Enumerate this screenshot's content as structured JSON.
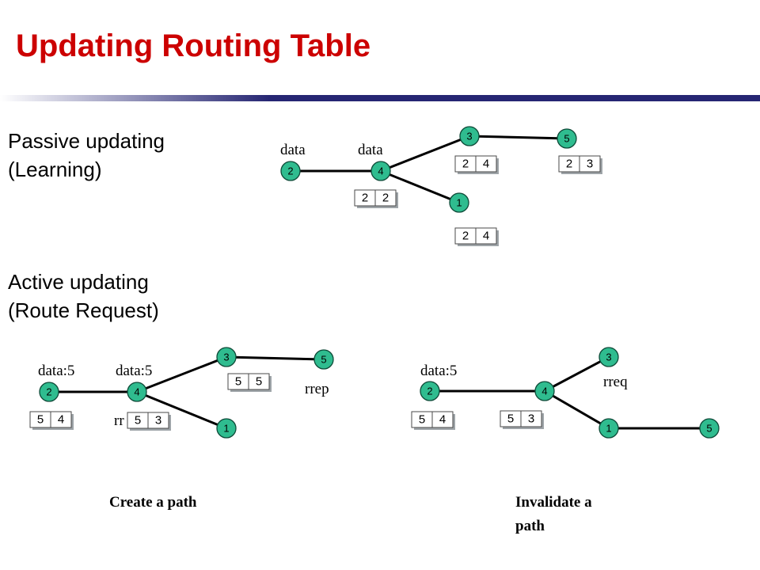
{
  "title": "Updating Routing Table",
  "sections": {
    "passive": {
      "line1": "Passive updating",
      "line2": "(Learning)"
    },
    "active": {
      "line1": "Active updating",
      "line2": "(Route Request)"
    }
  },
  "diagrams": {
    "passive": {
      "nodes": [
        "2",
        "4",
        "3",
        "5",
        "1"
      ],
      "tables": [
        {
          "id": "t-passive-4",
          "dest": "2",
          "next": "2"
        },
        {
          "id": "t-passive-3",
          "dest": "2",
          "next": "4"
        },
        {
          "id": "t-passive-5",
          "dest": "2",
          "next": "3"
        },
        {
          "id": "t-passive-1",
          "dest": "2",
          "next": "4"
        }
      ],
      "messages": [
        "data",
        "data"
      ]
    },
    "create": {
      "nodes": [
        "2",
        "4",
        "3",
        "5",
        "1"
      ],
      "tables": [
        {
          "id": "t-create-2",
          "dest": "5",
          "next": "4"
        },
        {
          "id": "t-create-4",
          "dest": "5",
          "next": "3"
        },
        {
          "id": "t-create-3",
          "dest": "5",
          "next": "5"
        }
      ],
      "messages": [
        "data:5",
        "data:5",
        "rrep",
        "rr"
      ],
      "caption": "Create a path"
    },
    "invalidate": {
      "nodes": [
        "2",
        "4",
        "3",
        "1",
        "5"
      ],
      "tables": [
        {
          "id": "t-inv-2",
          "dest": "5",
          "next": "4"
        },
        {
          "id": "t-inv-4",
          "dest": "5",
          "next": "3"
        }
      ],
      "messages": [
        "data:5",
        "rreq"
      ],
      "caption_line1": "Invalidate a",
      "caption_line2": "path"
    }
  },
  "colors": {
    "title": "#cc0000",
    "node": "#2fbc8f",
    "rule": "#262673"
  }
}
